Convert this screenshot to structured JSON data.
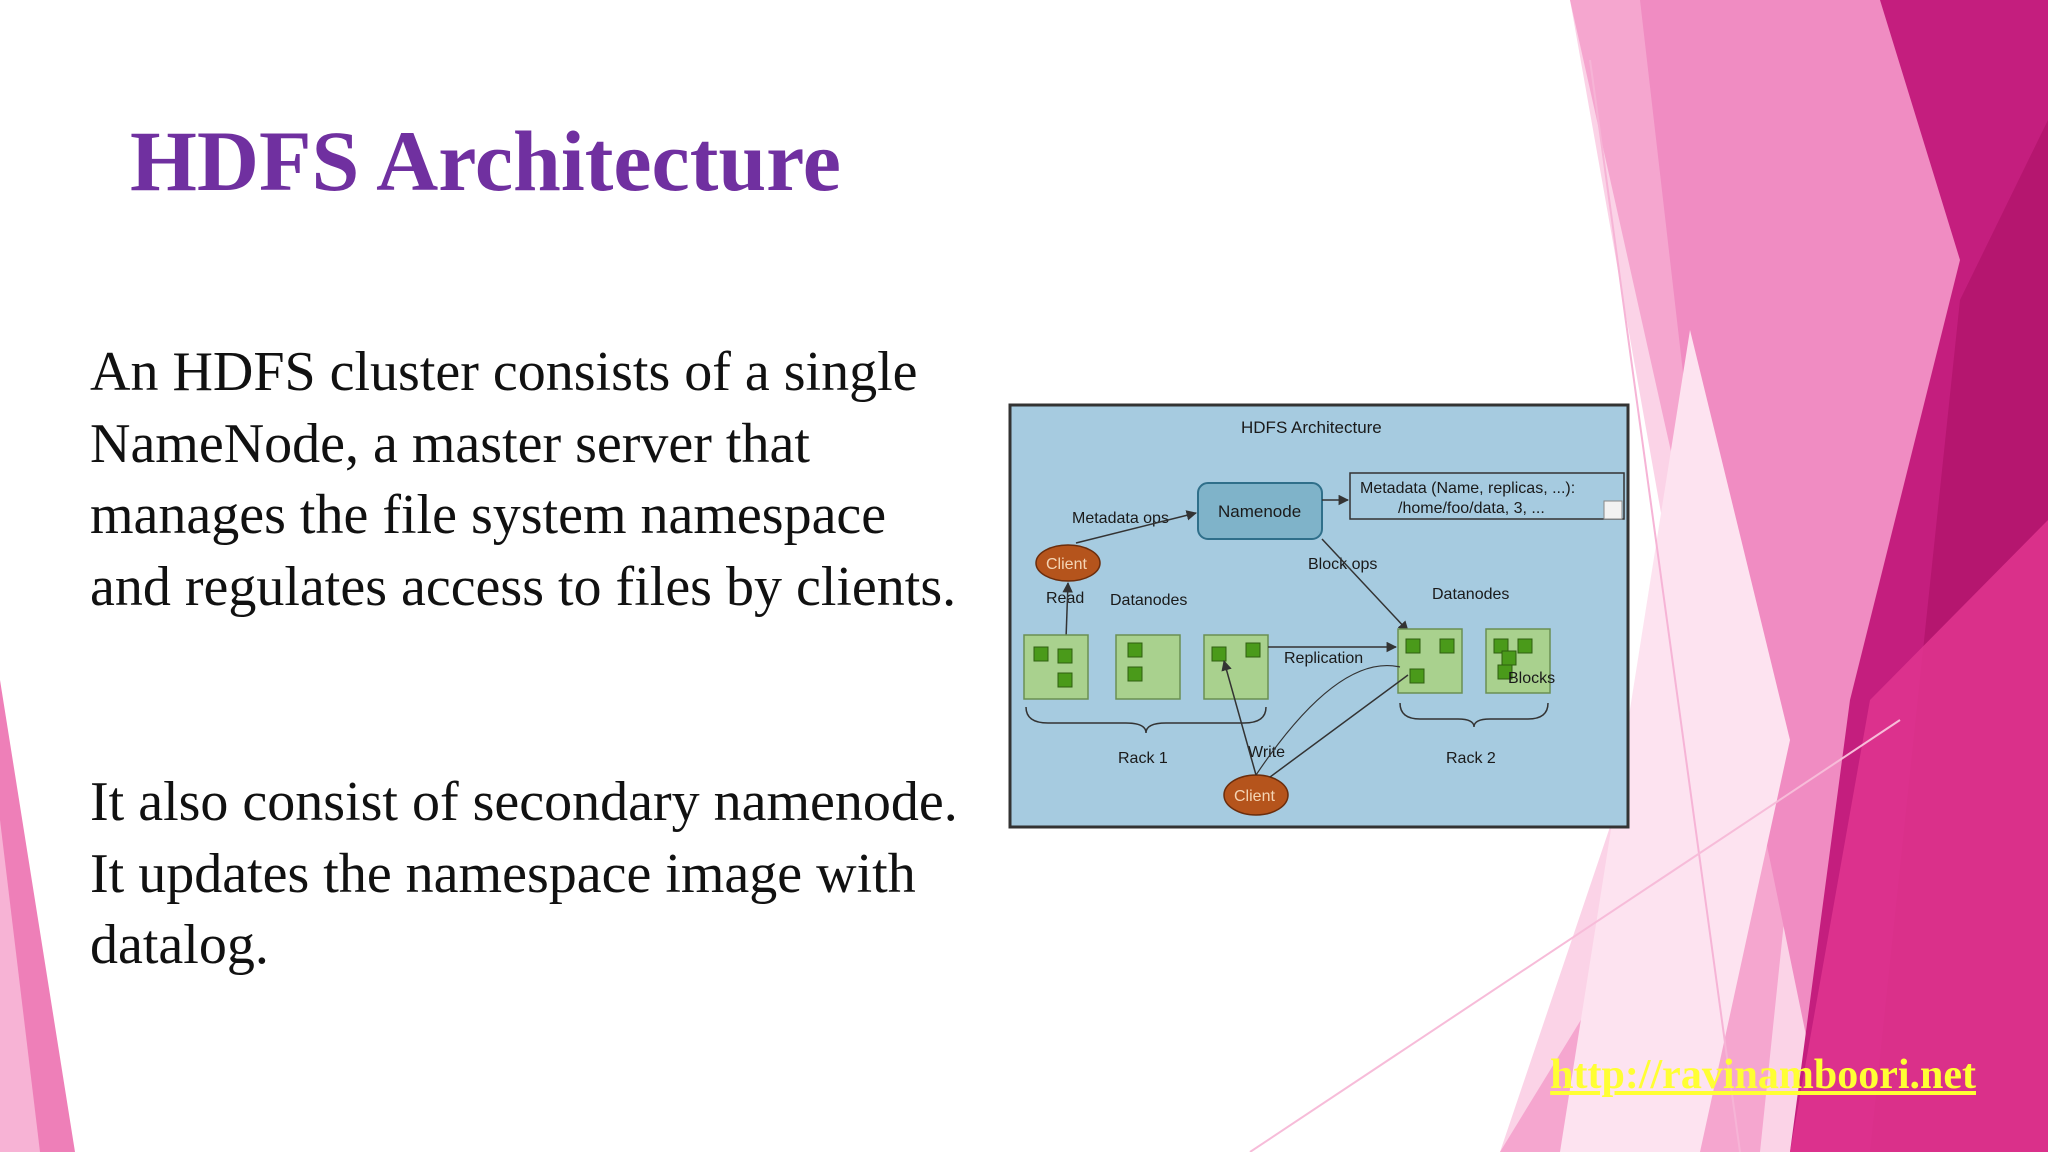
{
  "slide": {
    "title": "HDFS Architecture",
    "paragraphs": [
      "An HDFS cluster consists of a single NameNode, a master server that manages the file system namespace and regulates access to files by clients.",
      "It also consist of secondary namenode. It updates the namespace image with datalog."
    ],
    "footer_link": "http://ravinamboori.net"
  },
  "diagram": {
    "title": "HDFS Architecture",
    "namenode": "Namenode",
    "metadata_lines": [
      "Metadata (Name, replicas, ...):",
      "/home/foo/data, 3, ..."
    ],
    "metadata_ops": "Metadata ops",
    "block_ops": "Block ops",
    "client_top": "Client",
    "client_bottom": "Client",
    "read": "Read",
    "write": "Write",
    "datanodes_left": "Datanodes",
    "datanodes_right": "Datanodes",
    "replication": "Replication",
    "blocks": "Blocks",
    "rack1": "Rack 1",
    "rack2": "Rack 2"
  },
  "colors": {
    "title": "#7030a0",
    "link": "#ffff33",
    "diagram_bg": "#a6cbe0",
    "datanode_fill": "#a9d18e",
    "block_fill": "#4a9a1a",
    "client_fill": "#b5541c",
    "namenode_fill": "#7fb3c9",
    "magenta": "#c0187a",
    "pink": "#f48fc6"
  }
}
